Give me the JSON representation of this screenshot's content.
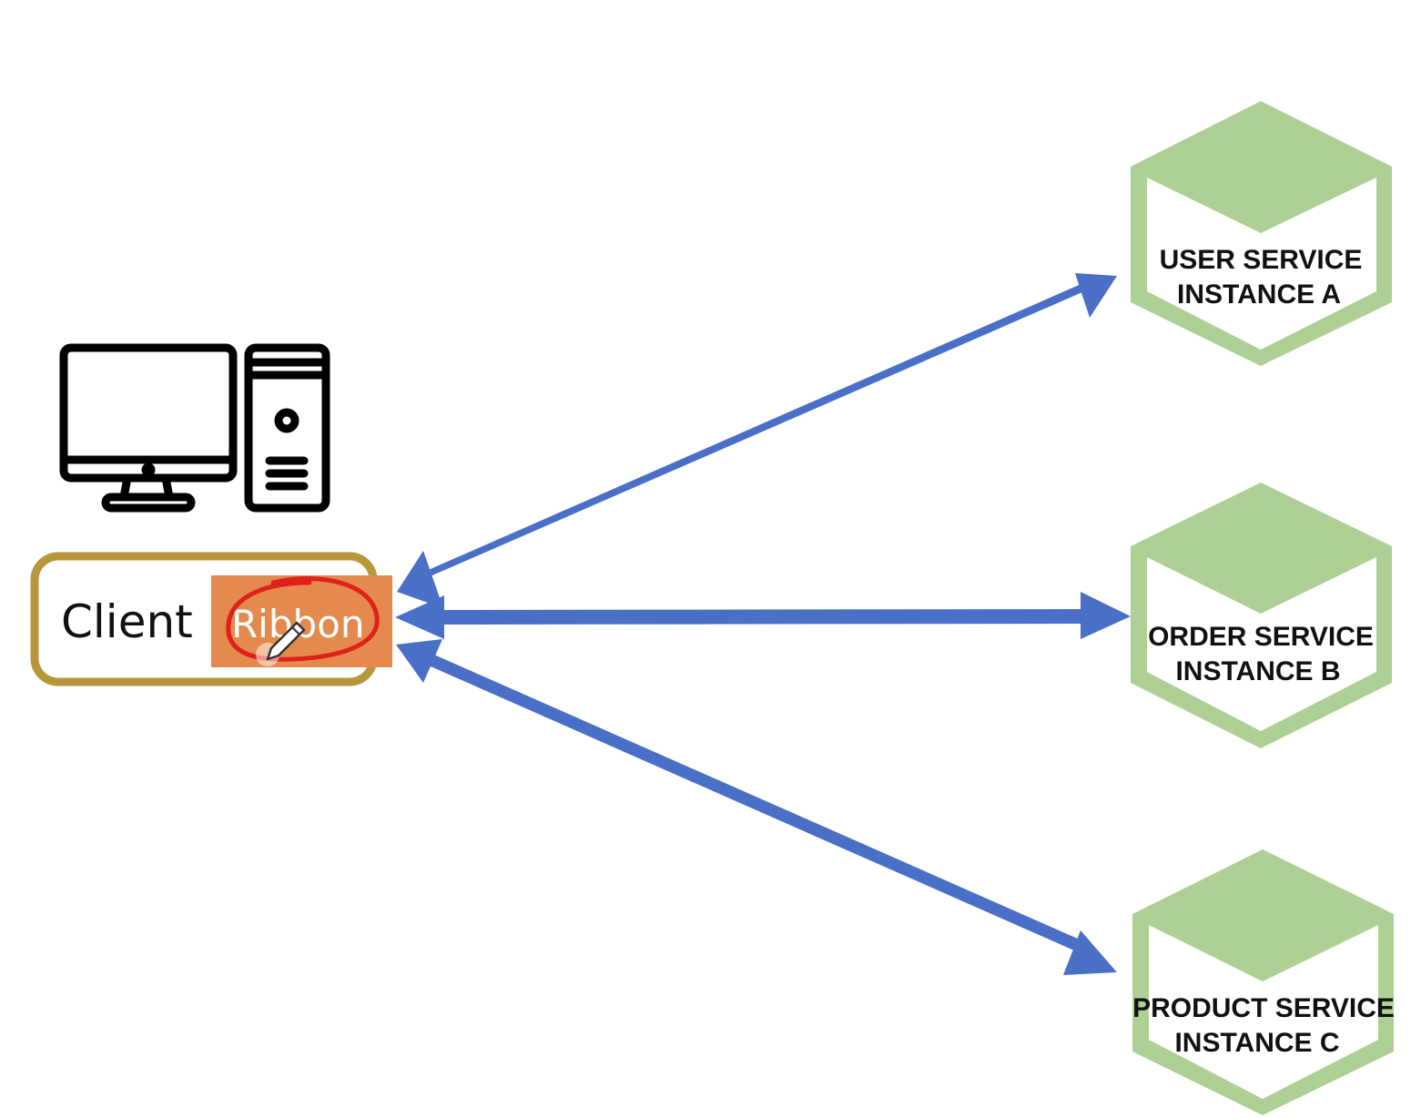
{
  "client": {
    "label": "Client",
    "ribbon_label": "Ribbon",
    "icon": "desktop-computer-icon"
  },
  "services": [
    {
      "line1": "USER SERVICE",
      "line2": "INSTANCE A"
    },
    {
      "line1": "ORDER SERVICE",
      "line2": "INSTANCE B"
    },
    {
      "line1": "PRODUCT SERVICE",
      "line2": "INSTANCE C"
    }
  ],
  "colors": {
    "arrow": "#4a6fc7",
    "hexagon": "#aed095",
    "client_border": "#b8963a",
    "ribbon_fill": "#e58a4e",
    "annotation": "#e0201a"
  }
}
